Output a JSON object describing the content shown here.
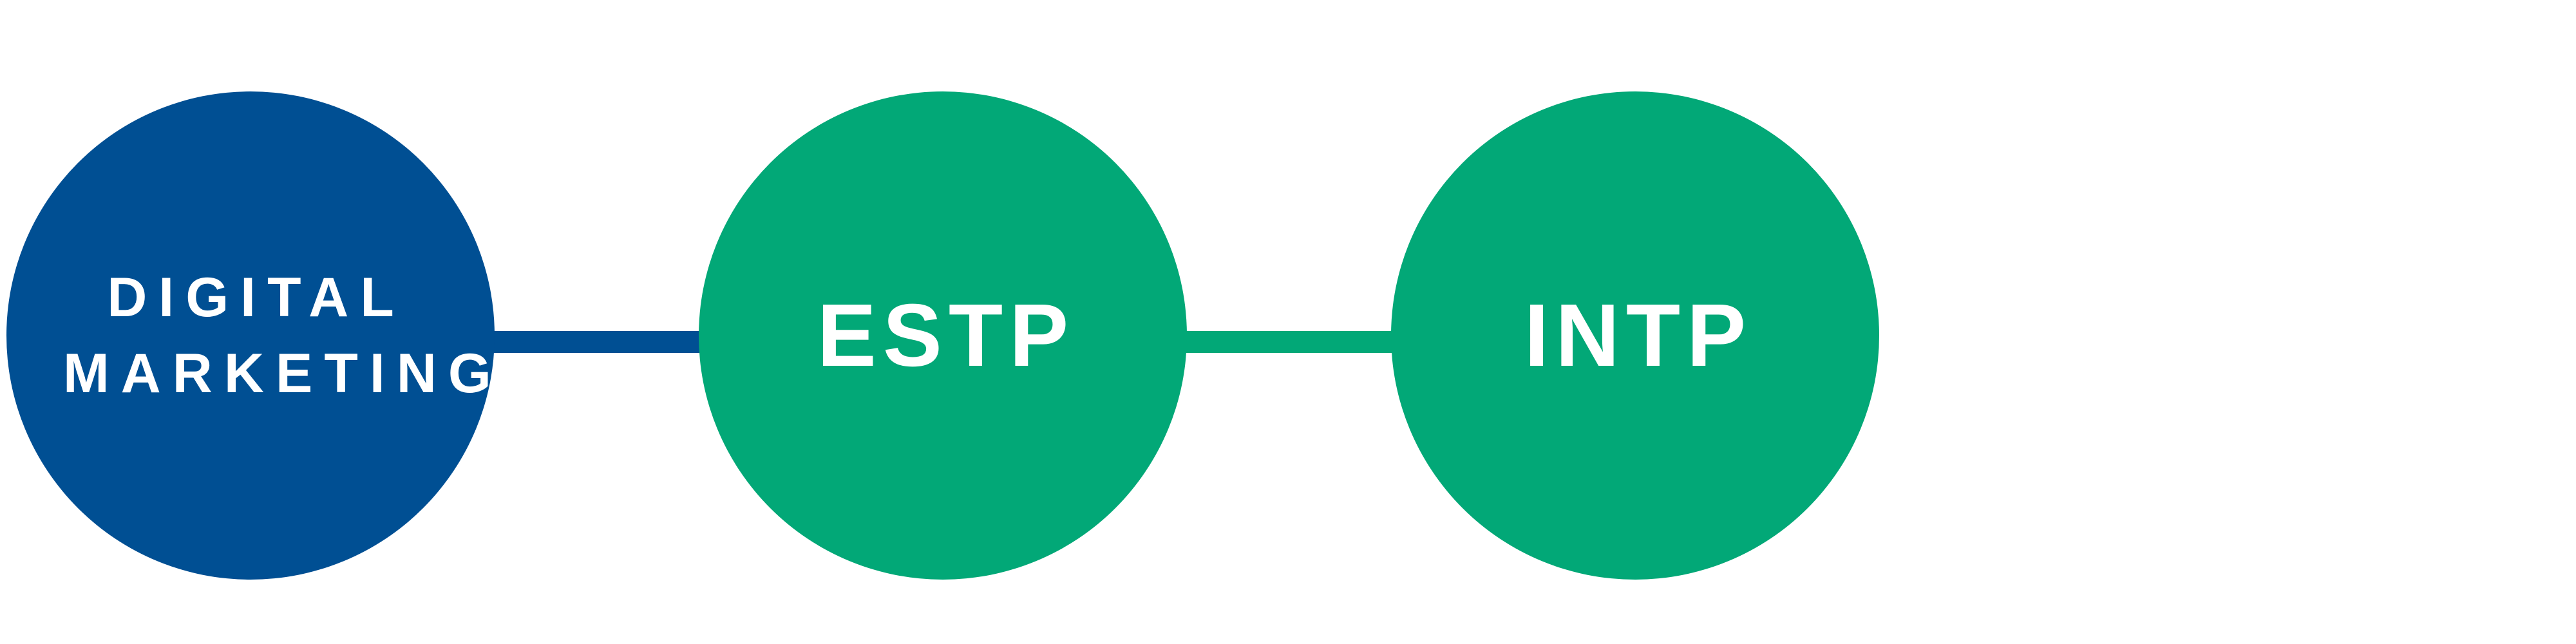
{
  "diagram": {
    "nodes": [
      {
        "label": "DIGITAL MARKETING",
        "color": "#004f93"
      },
      {
        "label": "ESTP",
        "color": "#02a877"
      },
      {
        "label": "INTP",
        "color": "#02a877"
      }
    ],
    "connectors": [
      {
        "from": "DIGITAL MARKETING",
        "to": "ESTP",
        "color": "#004f93"
      },
      {
        "from": "ESTP",
        "to": "INTP",
        "color": "#02a877"
      }
    ]
  }
}
